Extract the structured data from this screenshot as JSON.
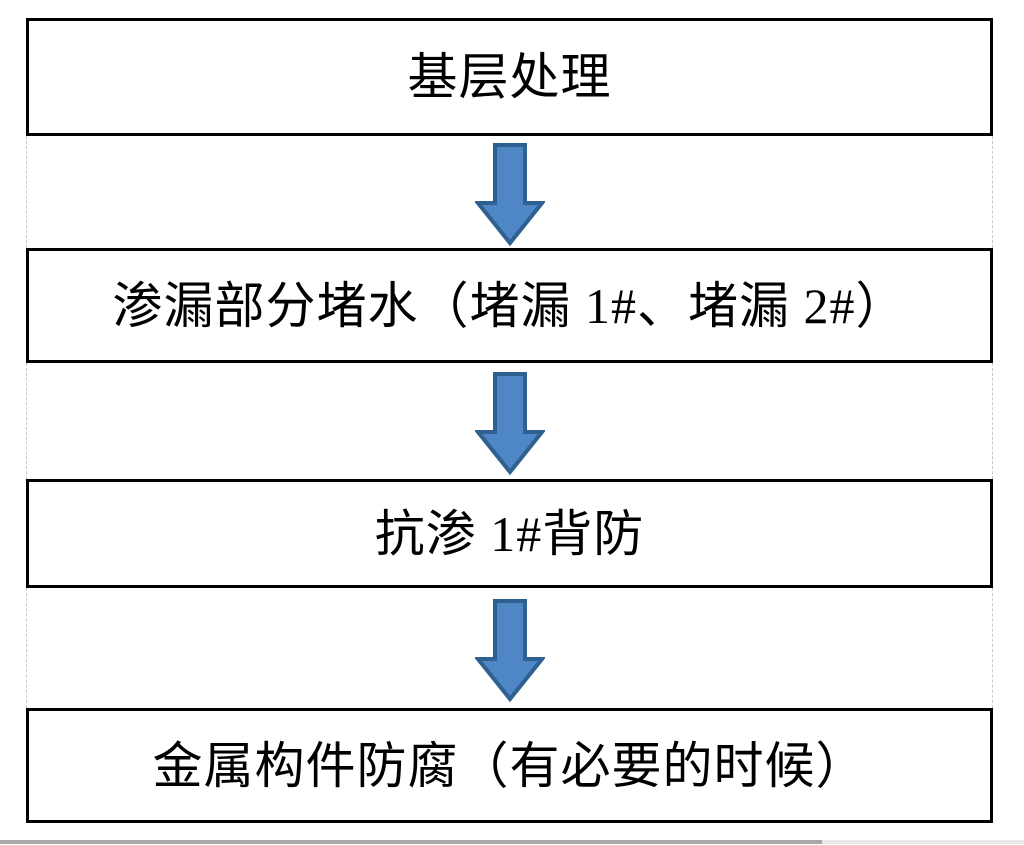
{
  "diagram": {
    "steps": [
      {
        "label": "基层处理"
      },
      {
        "label": "渗漏部分堵水（堵漏 1#、堵漏 2#）"
      },
      {
        "label": "抗渗 1#背防"
      },
      {
        "label": "金属构件防腐（有必要的时候）"
      }
    ],
    "colors": {
      "arrow_fill": "#4f86c6",
      "arrow_stroke": "#2e618f",
      "box_border": "#000000",
      "text": "#000000",
      "dashed_guide": "#c9c9c9",
      "scrollbar_thumb": "#a9a7a7",
      "scrollbar_track": "#e9e7e7"
    }
  }
}
